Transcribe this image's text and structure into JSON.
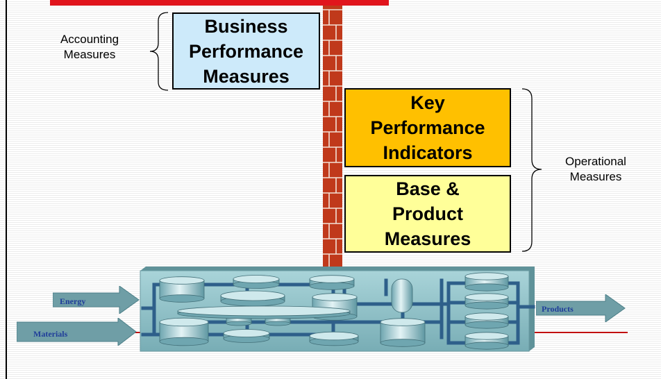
{
  "labels": {
    "accounting": [
      "Accounting",
      "Measures"
    ],
    "operational": [
      "Operational",
      "Measures"
    ]
  },
  "boxes": {
    "business": [
      "Business",
      "Performance",
      "Measures"
    ],
    "kpi": [
      "Key",
      "Performance",
      "Indicators"
    ],
    "base": [
      "Base &",
      "Product",
      "Measures"
    ]
  },
  "flows": {
    "energy": "Energy",
    "materials": "Materials",
    "products": "Products"
  },
  "colors": {
    "business_box": "#cdeafa",
    "kpi_box": "#ffc000",
    "base_box": "#ffff99",
    "wall_brick": "#c0391b",
    "top_bar": "#e1141c",
    "plant_body": "#8fc3c9",
    "pipe": "#2e5f8a",
    "flow_arrow": "#6f9ea6"
  }
}
